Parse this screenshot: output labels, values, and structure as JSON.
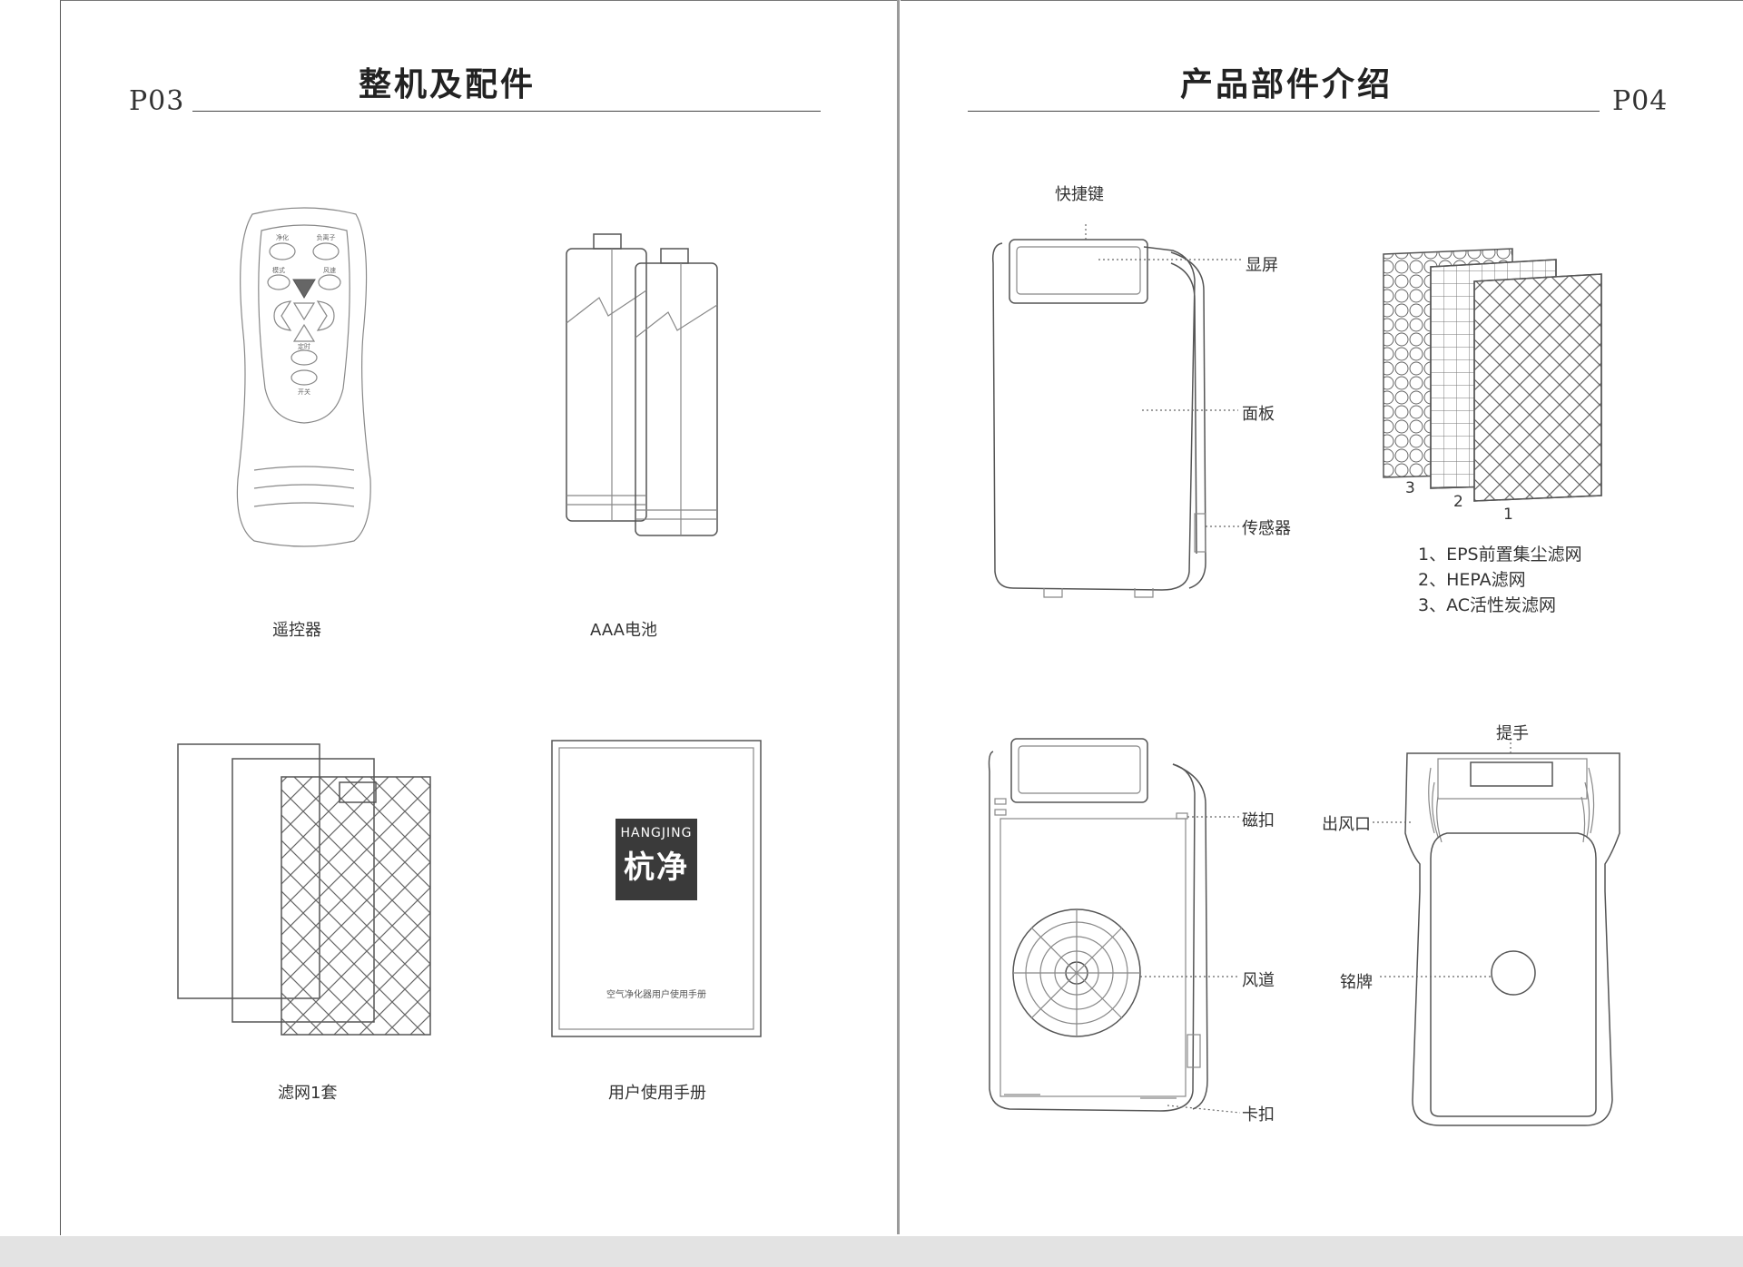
{
  "left_page": {
    "page_number": "P03",
    "title": "整机及配件",
    "items": [
      {
        "label": "遥控器"
      },
      {
        "label": "AAA电池"
      },
      {
        "label": "滤网1套"
      },
      {
        "label": "用户使用手册"
      }
    ],
    "remote_buttons": [
      "净化",
      "负离子",
      "定时",
      "模式",
      "风速",
      "开关"
    ],
    "manual_cover": {
      "brand_en": "HANGJING",
      "brand_cn": "杭净",
      "subtitle": "空气净化器用户使用手册"
    }
  },
  "right_page": {
    "page_number": "P04",
    "title": "产品部件介绍",
    "front_callouts": [
      "快捷键",
      "显屏",
      "面板",
      "传感器"
    ],
    "filter_numbers": [
      "3",
      "2",
      "1"
    ],
    "filter_legend": [
      "1、EPS前置集尘滤网",
      "2、HEPA滤网",
      "3、AC活性炭滤网"
    ],
    "inner_callouts": [
      "磁扣",
      "风道",
      "卡扣"
    ],
    "back_callouts": [
      "提手",
      "出风口",
      "铭牌"
    ]
  }
}
